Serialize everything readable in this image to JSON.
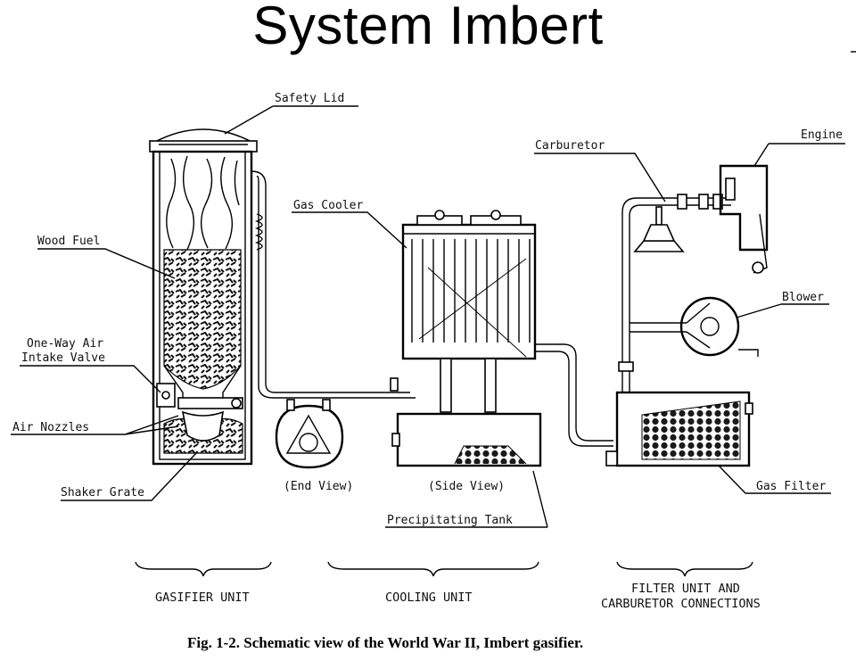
{
  "slide": {
    "title": "System Imbert"
  },
  "labels": {
    "safety_lid": "Safety Lid",
    "wood_fuel": "Wood Fuel",
    "intake_line1": "One-Way Air",
    "intake_line2": "Intake Valve",
    "air_nozzles": "Air Nozzles",
    "shaker_grate": "Shaker Grate",
    "gas_cooler": "Gas Cooler",
    "end_view": "(End View)",
    "side_view": "(Side View)",
    "precipitating_tank": "Precipitating Tank",
    "carburetor": "Carburetor",
    "engine": "Engine",
    "blower": "Blower",
    "gas_filter": "Gas Filter"
  },
  "units": {
    "gasifier": "GASIFIER UNIT",
    "cooling": "COOLING UNIT",
    "filter_line1": "FILTER UNIT AND",
    "filter_line2": "CARBURETOR CONNECTIONS"
  },
  "caption": "Fig. 1-2. Schematic view of the World War II, Imbert gasifier."
}
